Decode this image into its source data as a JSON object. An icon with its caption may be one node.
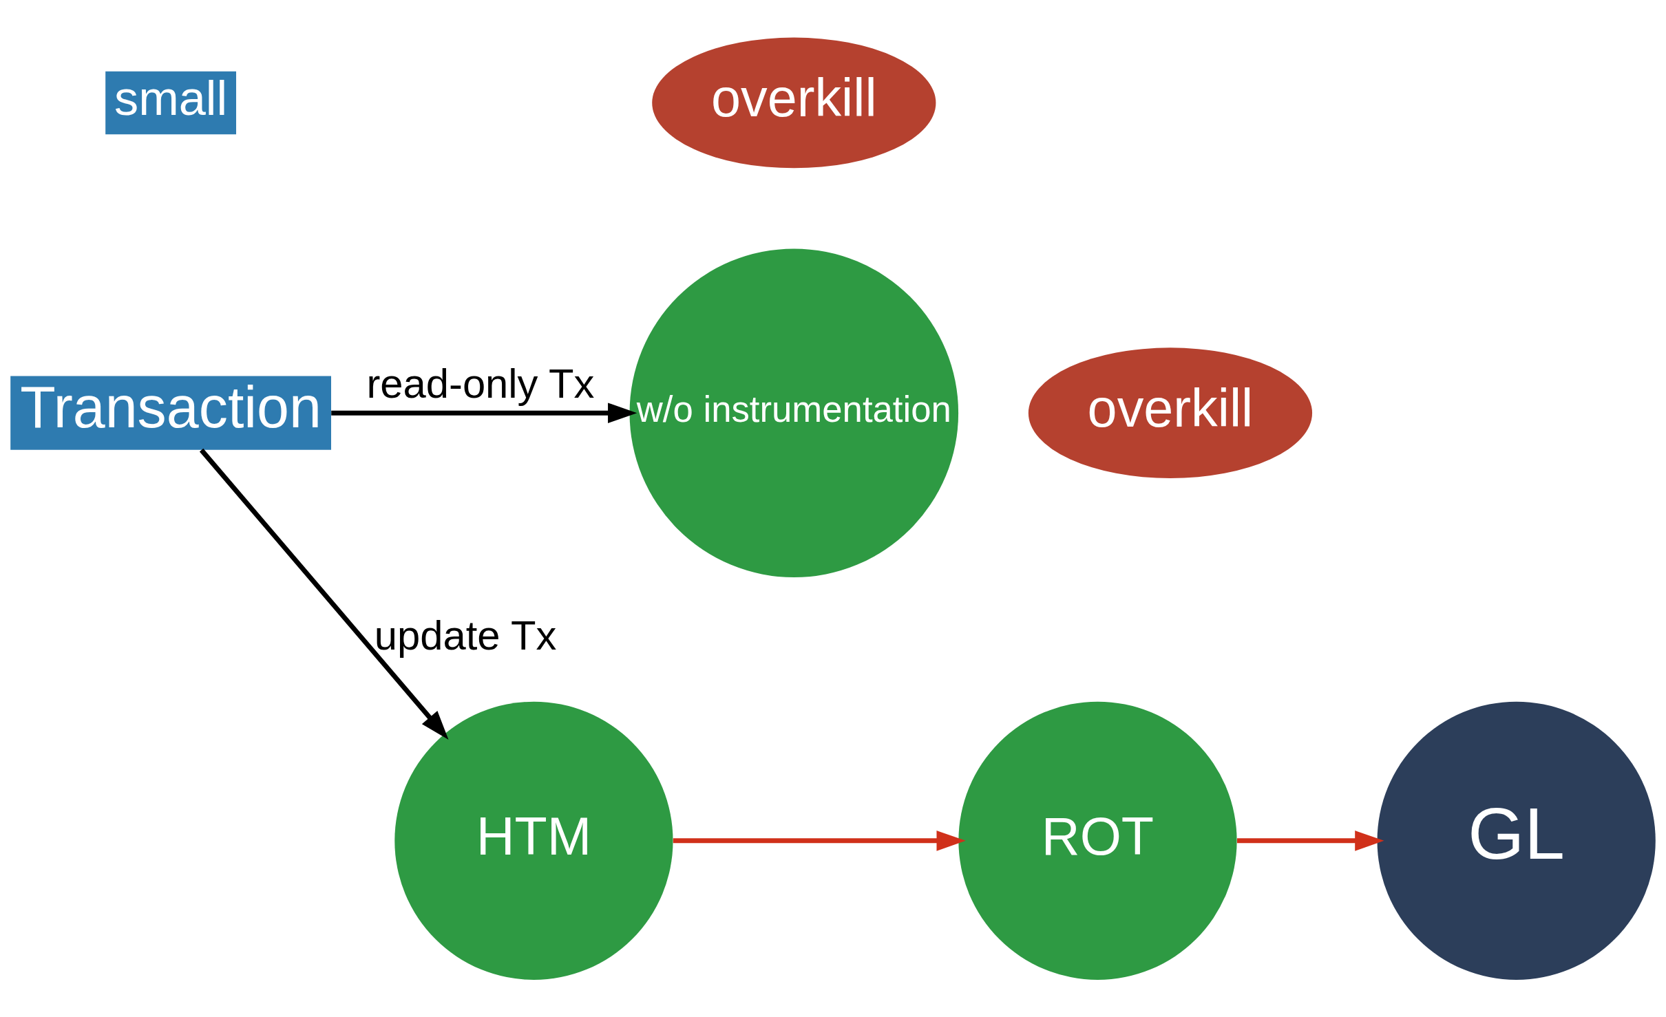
{
  "diagram": {
    "nodes": [
      {
        "text": [
          "small"
        ]
      },
      {
        "text": [
          "Transaction"
        ]
      },
      {
        "text": [
          "w/o instrumentation"
        ]
      },
      {
        "text": [
          "overkill"
        ]
      },
      {
        "text": [
          "HTM"
        ]
      },
      {
        "text": [
          "ROT"
        ]
      },
      {
        "text": [
          "overkill"
        ]
      },
      {
        "text": [
          "GL"
        ]
      }
    ],
    "edges": [
      {
        "from": 1,
        "to": 2,
        "arrow": "to",
        "label": "read-only Tx"
      },
      {
        "from": 1,
        "to": 4,
        "arrow": "to",
        "label": "update Tx"
      },
      {
        "from": 4,
        "to": 5,
        "arrow": "to",
        "color": "#d0301a"
      },
      {
        "from": 5,
        "to": 7,
        "arrow": "to",
        "color": "#d0301a"
      }
    ]
  }
}
